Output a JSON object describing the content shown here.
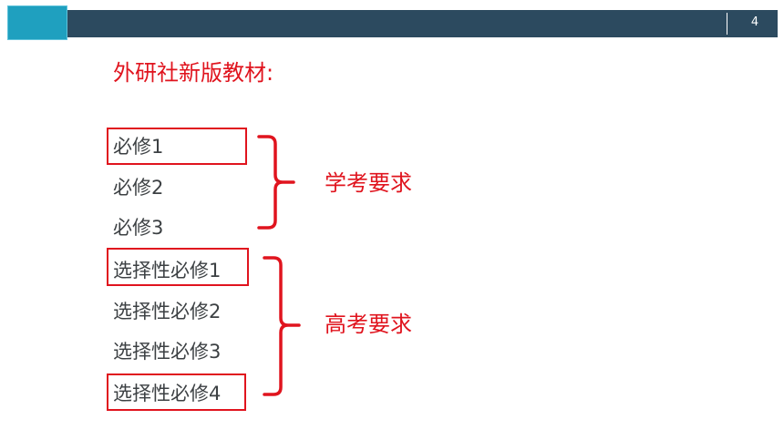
{
  "header": {
    "page_number": "4"
  },
  "heading": "外研社新版教材:",
  "compulsory": [
    {
      "label": "必修1",
      "boxed": true
    },
    {
      "label": "必修2",
      "boxed": false
    },
    {
      "label": "必修3",
      "boxed": false
    }
  ],
  "elective": [
    {
      "label": "选择性必修1",
      "boxed": true
    },
    {
      "label": "选择性必修2",
      "boxed": false
    },
    {
      "label": "选择性必修3",
      "boxed": false
    },
    {
      "label": "选择性必修4",
      "boxed": true
    }
  ],
  "requirements": {
    "compulsory_label": "学考要求",
    "elective_label": "高考要求"
  },
  "colors": {
    "header_bar": "#2c4a5f",
    "accent": "#1fa0bf",
    "highlight": "#e0141e",
    "text": "#3c4043"
  }
}
